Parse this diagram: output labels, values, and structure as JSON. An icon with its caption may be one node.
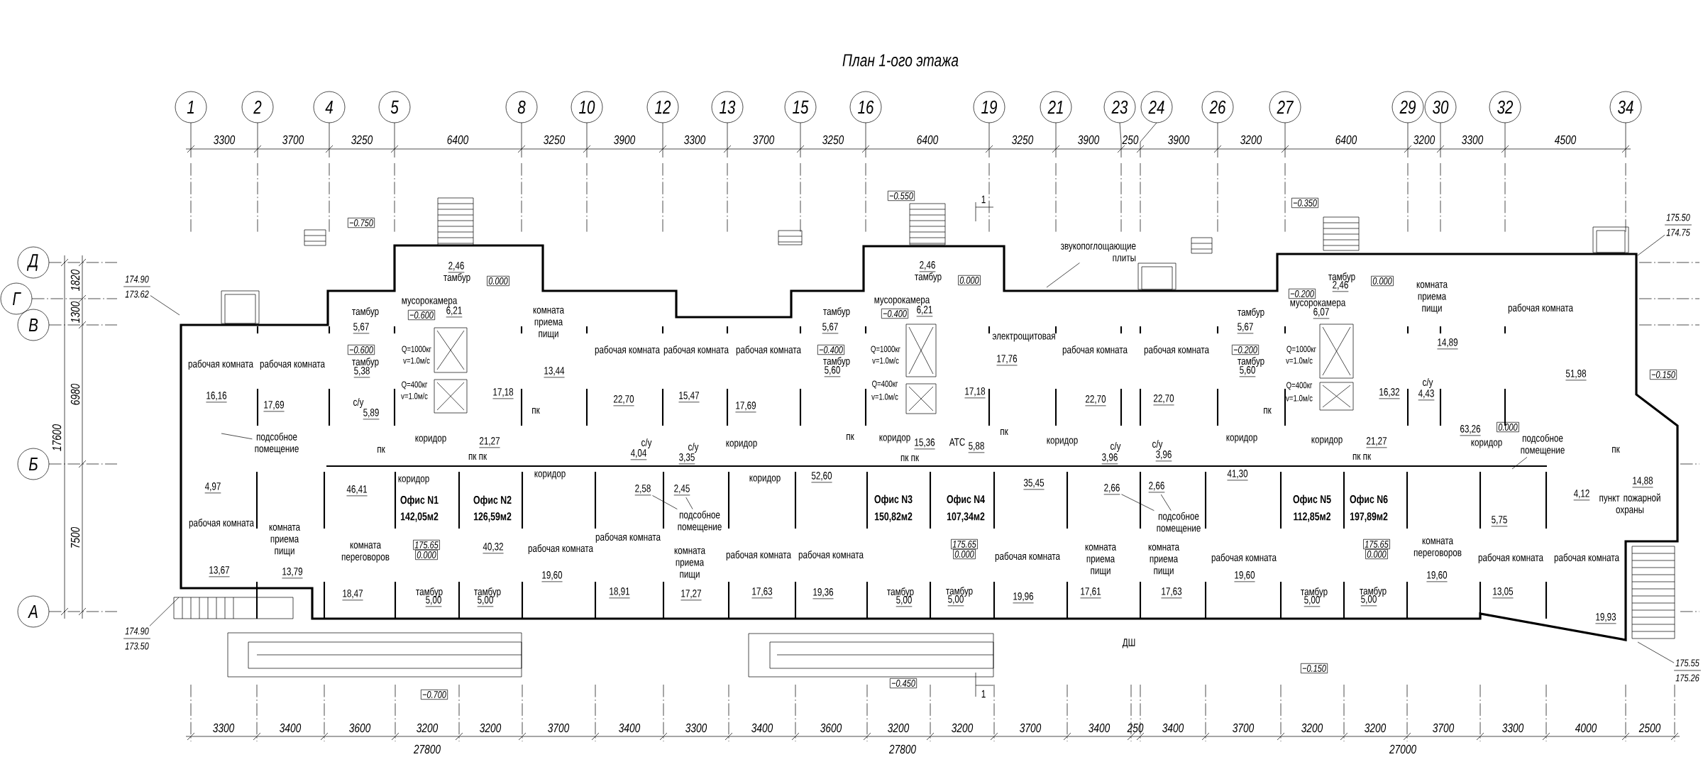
{
  "diagram": {
    "title": "План 1-ого этажа",
    "nodes": [
      {
        "text": [
          "звукопоглощающие плиты"
        ]
      },
      {
        "text": [
          "подсобное помещение"
        ]
      },
      {
        "text": [
          "подсобное помещение"
        ]
      },
      {
        "text": [
          "подсобное помещение"
        ]
      },
      {
        "text": [
          "подсобное помещение"
        ]
      },
      {
        "text": [
          "174.90",
          "173.62"
        ]
      },
      {
        "text": [
          "174.90",
          "173.50"
        ]
      },
      {
        "text": [
          "175.50",
          "174.75"
        ]
      },
      {
        "text": [
          "175.55",
          "175.26"
        ]
      },
      {
        "text": [
          "2,58"
        ]
      },
      {
        "text": [
          "2,45"
        ]
      },
      {
        "text": [
          "2,66"
        ]
      },
      {
        "text": [
          "2,66"
        ]
      }
    ],
    "edges": [
      {
        "from": 0,
        "to": null,
        "arrow": "none"
      },
      {
        "from": 1,
        "to": null,
        "arrow": "none"
      },
      {
        "from": 2,
        "to": 9,
        "arrow": "none"
      },
      {
        "from": 2,
        "to": 10,
        "arrow": "none"
      },
      {
        "from": 3,
        "to": 11,
        "arrow": "none"
      },
      {
        "from": 3,
        "to": 12,
        "arrow": "none"
      },
      {
        "from": 4,
        "to": null,
        "arrow": "none"
      },
      {
        "from": 5,
        "to": null,
        "arrow": "none"
      },
      {
        "from": 6,
        "to": null,
        "arrow": "none"
      },
      {
        "from": 7,
        "to": null,
        "arrow": "none"
      },
      {
        "from": 8,
        "to": null,
        "arrow": "none"
      }
    ],
    "labels": [
      "1",
      "2",
      "4",
      "5",
      "8",
      "10",
      "12",
      "13",
      "15",
      "16",
      "19",
      "21",
      "23",
      "24",
      "26",
      "27",
      "29",
      "30",
      "32",
      "34",
      "3300",
      "3700",
      "3250",
      "6400",
      "3250",
      "3900",
      "3300",
      "3700",
      "3250",
      "6400",
      "3250",
      "3900",
      "250",
      "3900",
      "3200",
      "6400",
      "3200",
      "3300",
      "4500",
      "Д",
      "Г",
      "В",
      "Б",
      "А",
      "1820",
      "1300",
      "6980",
      "7500",
      "17600",
      "−0.750",
      "−0.550",
      "1",
      "−0.350",
      "2,46",
      "тамбур",
      "0.000",
      "2,46",
      "тамбур",
      "0.000",
      "тамбур",
      "2,46",
      "0.000",
      "−0.200",
      "тамбур",
      "−0.600",
      "мусорокамера",
      "6,21",
      "5,67",
      "комната приема пищи",
      "тамбур",
      "−0.400",
      "мусорокамера",
      "6,21",
      "5,67",
      "электрощитовая",
      "тамбур",
      "мусорокамера",
      "6,07",
      "5,67",
      "комната приема пищи",
      "рабочая комната",
      "14,89",
      "−0.600",
      "тамбур",
      "5,38",
      "Q=1000кг",
      "v=1.0м/с",
      "рабочая комната",
      "рабочая комната",
      "13,44",
      "рабочая комната",
      "рабочая комната",
      "рабочая комната",
      "−0.400",
      "тамбур",
      "5,60",
      "Q=1000кг",
      "v=1.0м/с",
      "17,76",
      "рабочая комната",
      "рабочая комната",
      "−0.200",
      "тамбур",
      "5,60",
      "Q=1000кг",
      "v=1.0м/с",
      "51,98",
      "−0.150",
      "Q=400кг",
      "v=1.0м/с",
      "Q=400кг",
      "v=1.0м/с",
      "Q=400кг",
      "v=1.0м/с",
      "16,16",
      "17,69",
      "с/у",
      "5,89",
      "17,18",
      "22,70",
      "15,47",
      "17,69",
      "17,18",
      "22,70",
      "22,70",
      "16,32",
      "с/у",
      "4,43",
      "пк",
      "пк",
      "пк",
      "пк",
      "63,26",
      "0.000",
      "коридор",
      "21,27",
      "пк",
      "с/у",
      "4,04",
      "с/у",
      "3,35",
      "коридор",
      "коридор",
      "15,36",
      "АТС",
      "5,88",
      "коридор",
      "с/у",
      "3,96",
      "с/у",
      "3,96",
      "коридор",
      "коридор",
      "21,27",
      "коридор",
      "пк",
      "пк пк",
      "пк пк",
      "пк пк",
      "4,97",
      "46,41",
      "коридор",
      "коридор",
      "коридор",
      "52,60",
      "35,45",
      "41,30",
      "14,88",
      "Офис N1",
      "Офис N2",
      "Офис N3",
      "Офис N4",
      "Офис N5",
      "Офис N6",
      "4,12",
      "пункт пожарной охраны",
      "рабочая комната",
      "142,05м2",
      "126,59м2",
      "150,82м2",
      "107,34м2",
      "112,85м2",
      "197,89м2",
      "5,75",
      "комната приема пищи",
      "комната переговоров",
      "175.65",
      "0.000",
      "40,32",
      "рабочая комната",
      "рабочая комната",
      "комната приема пищи",
      "рабочая комната",
      "рабочая комната",
      "175.65",
      "0.000",
      "рабочая комната",
      "комната приема пищи",
      "комната приема пищи",
      "рабочая комната",
      "175.65",
      "0.000",
      "комната переговоров",
      "рабочая комната",
      "рабочая комната",
      "13,67",
      "13,79",
      "19,60",
      "19,60",
      "19,60",
      "18,47",
      "тамбур",
      "5,00",
      "тамбур",
      "5,00",
      "18,91",
      "17,27",
      "17,63",
      "19,36",
      "тамбур",
      "5,00",
      "тамбур",
      "5,00",
      "19,96",
      "17,61",
      "17,63",
      "тамбур",
      "5,00",
      "тамбур",
      "5,00",
      "13,05",
      "19,93",
      "ДШ",
      "−0.150",
      "−0.700",
      "−0.450",
      "1",
      "3300",
      "3400",
      "3600",
      "3200",
      "3200",
      "3700",
      "3400",
      "3300",
      "3400",
      "3600",
      "3200",
      "3200",
      "3700",
      "3400",
      "250",
      "3400",
      "3700",
      "3200",
      "3200",
      "3700",
      "3300",
      "4000",
      "2500",
      "27800",
      "27800",
      "27000"
    ]
  }
}
